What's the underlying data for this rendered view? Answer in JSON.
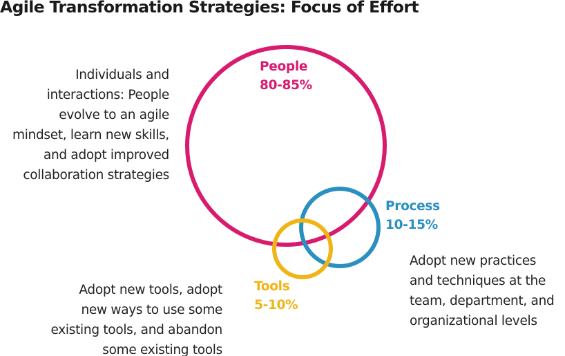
{
  "title": "Agile Transformation Strategies: Focus of Effort",
  "colors": {
    "people": "#d81b6e",
    "process": "#2a8fc1",
    "tools": "#f0b416"
  },
  "people": {
    "name": "People",
    "percent": "80-85%",
    "description": [
      "Individuals and",
      "interactions: People",
      "evolve to an agile",
      "mindset, learn new skills,",
      "and adopt improved",
      "collaboration strategies"
    ]
  },
  "process": {
    "name": "Process",
    "percent": "10-15%",
    "description": [
      "Adopt new practices",
      "and techniques at the",
      "team, department, and",
      "organizational levels"
    ]
  },
  "tools": {
    "name": "Tools",
    "percent": "5-10%",
    "description": [
      "Adopt new tools, adopt",
      "new ways to use some",
      "existing tools, and abandon",
      "some existing tools"
    ]
  }
}
